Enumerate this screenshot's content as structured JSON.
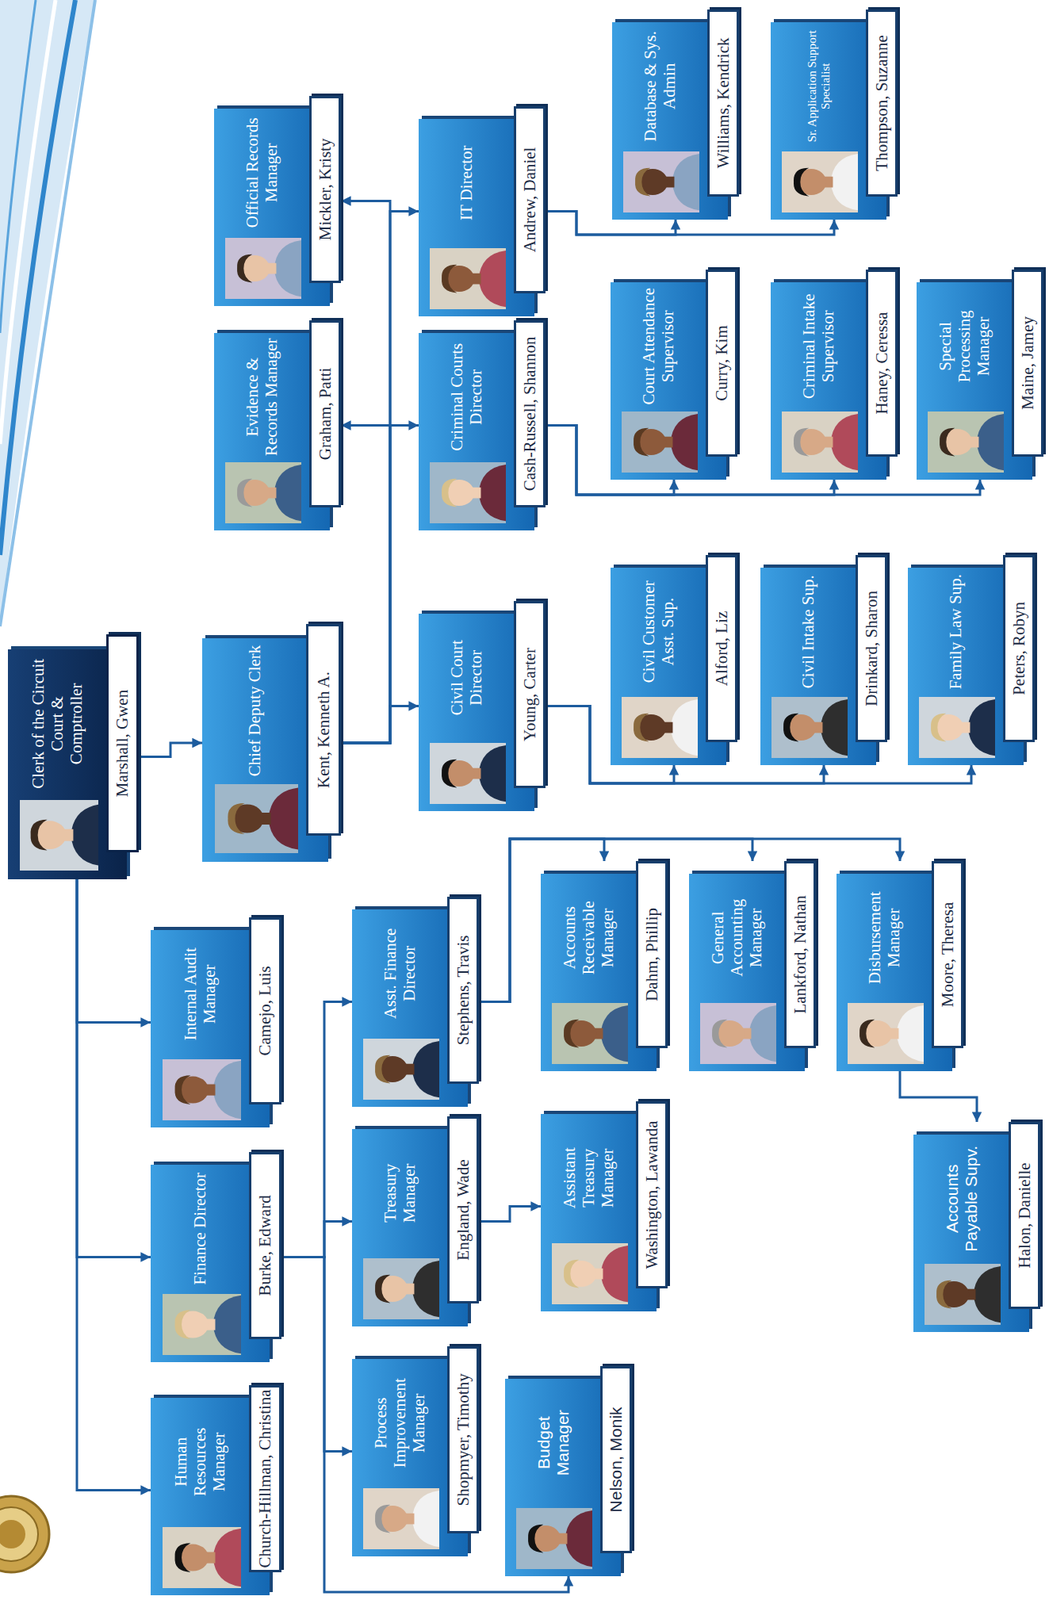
{
  "diagram": {
    "nodes": [
      {
        "text": [
          "Clerk of the Circuit Court & Comptroller",
          "Marshall, Gwen"
        ]
      },
      {
        "text": [
          "Chief Deputy Clerk",
          "Kent, Kenneth A."
        ]
      },
      {
        "text": [
          "Human Resources Manager",
          "Church-Hillman, Christina"
        ]
      },
      {
        "text": [
          "Finance Director",
          "Burke, Edward"
        ]
      },
      {
        "text": [
          "Internal Audit Manager",
          "Camejo, Luis"
        ]
      },
      {
        "text": [
          "Process Improvement Manager",
          "Shopmyer, Timothy"
        ]
      },
      {
        "text": [
          "Treasury Manager",
          "England, Wade"
        ]
      },
      {
        "text": [
          "Asst. Finance Director",
          "Stephens, Travis"
        ]
      },
      {
        "text": [
          "Budget Manager",
          "Nelson, Monik"
        ]
      },
      {
        "text": [
          "Assistant Treasury Manager",
          "Washington, Lawanda"
        ]
      },
      {
        "text": [
          "Accounts Receivable Manager",
          "Dahm, Phillip"
        ]
      },
      {
        "text": [
          "General Accounting Manager",
          "Lankford, Nathan"
        ]
      },
      {
        "text": [
          "Disbursement Manager",
          "Moore, Theresa"
        ]
      },
      {
        "text": [
          "Accounts Payable Supv.",
          "Halon, Danielle"
        ]
      },
      {
        "text": [
          "Civil Court Director",
          "Young, Carter"
        ]
      },
      {
        "text": [
          "Criminal Courts Director",
          "Cash-Russell, Shannon"
        ]
      },
      {
        "text": [
          "IT Director",
          "Andrew, Daniel"
        ]
      },
      {
        "text": [
          "Evidence & Records Manager",
          "Graham, Patti"
        ]
      },
      {
        "text": [
          "Official Records Manager",
          "Mickler, Kristy"
        ]
      },
      {
        "text": [
          "Civil Customer Asst. Sup.",
          "Alford, Liz"
        ]
      },
      {
        "text": [
          "Civil Intake Sup.",
          "Drinkard, Sharon"
        ]
      },
      {
        "text": [
          "Family Law Sup.",
          "Peters, Robyn"
        ]
      },
      {
        "text": [
          "Court Attendance Supervisor",
          "Curry, Kim"
        ]
      },
      {
        "text": [
          "Criminal Intake Supervisor",
          "Haney, Ceressa"
        ]
      },
      {
        "text": [
          "Special Processing Manager",
          "Maine, Jamey"
        ]
      },
      {
        "text": [
          "Database & Sys. Admin",
          "Williams, Kendrick"
        ]
      },
      {
        "text": [
          "Sr. Application Support Specialist",
          "Thompson, Suzanne"
        ]
      }
    ],
    "edges": [
      {
        "from": 0,
        "to": 1,
        "arrow": "to"
      },
      {
        "from": 0,
        "to": 2,
        "arrow": "to"
      },
      {
        "from": 0,
        "to": 3,
        "arrow": "to"
      },
      {
        "from": 0,
        "to": 4,
        "arrow": "to"
      },
      {
        "from": 1,
        "to": 14,
        "arrow": "to"
      },
      {
        "from": 1,
        "to": 15,
        "arrow": "to"
      },
      {
        "from": 1,
        "to": 16,
        "arrow": "to"
      },
      {
        "from": 1,
        "to": 17,
        "arrow": "to"
      },
      {
        "from": 1,
        "to": 18,
        "arrow": "to"
      },
      {
        "from": 3,
        "to": 5,
        "arrow": "to"
      },
      {
        "from": 3,
        "to": 6,
        "arrow": "to"
      },
      {
        "from": 3,
        "to": 7,
        "arrow": "to"
      },
      {
        "from": 3,
        "to": 8,
        "arrow": "to"
      },
      {
        "from": 6,
        "to": 9,
        "arrow": "to"
      },
      {
        "from": 7,
        "to": 10,
        "arrow": "to"
      },
      {
        "from": 7,
        "to": 11,
        "arrow": "to"
      },
      {
        "from": 7,
        "to": 12,
        "arrow": "to"
      },
      {
        "from": 12,
        "to": 13,
        "arrow": "to"
      },
      {
        "from": 14,
        "to": 19,
        "arrow": "to"
      },
      {
        "from": 14,
        "to": 20,
        "arrow": "to"
      },
      {
        "from": 14,
        "to": 21,
        "arrow": "to"
      },
      {
        "from": 15,
        "to": 22,
        "arrow": "to"
      },
      {
        "from": 15,
        "to": 23,
        "arrow": "to"
      },
      {
        "from": 15,
        "to": 24,
        "arrow": "to"
      },
      {
        "from": 16,
        "to": 25,
        "arrow": "to"
      },
      {
        "from": 16,
        "to": 26,
        "arrow": "to"
      }
    ]
  }
}
